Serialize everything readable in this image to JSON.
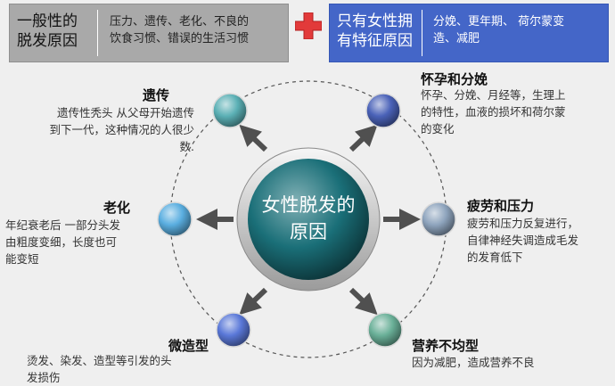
{
  "header": {
    "general": {
      "title": "一般性的脱发原因",
      "title_lines": [
        "一般性的",
        "脱发原因"
      ],
      "text_lines": [
        "压力、遗传、老化、不良的",
        "饮食习惯、错误的生活习惯"
      ]
    },
    "female": {
      "title_lines": [
        "只有女性拥",
        "有特征原因"
      ],
      "text_lines": [
        "分娩、更年期、 荷尔蒙变",
        "造、减肥"
      ]
    },
    "cross_color": "#e23a3a"
  },
  "center": {
    "lines": [
      "女性脱发的",
      "原因"
    ],
    "color": "#1a6f78"
  },
  "causes": {
    "heredity": {
      "title": "遗传",
      "lines": [
        "遗传性秃头 从父母开始遗传",
        "到下一代，这种情况的人很少",
        "数."
      ],
      "color": "#5bb0b5"
    },
    "pregnancy": {
      "title": "怀孕和分娩",
      "lines": [
        "怀孕、分娩、月经等，生理上",
        "的特性，血液的损坏和荷尔蒙",
        "的变化"
      ],
      "color": "#4a62b8"
    },
    "aging": {
      "title": "老化",
      "lines": [
        "年纪衰老后 一部分头发",
        "由粗度变细，长度也可",
        "能变短"
      ],
      "color": "#5aaee0"
    },
    "fatigue": {
      "title": "疲劳和压力",
      "lines": [
        "疲劳和压力反复进行，",
        "自律神经失调造成毛发",
        "的发育低下"
      ],
      "color": "#8ea4bd"
    },
    "styling": {
      "title": "微造型",
      "lines": [
        "烫发、染发、造型等引发的头",
        "发损伤"
      ],
      "color": "#5a78d8"
    },
    "nutrition": {
      "title": "营养不均型",
      "lines": [
        "因为减肥，造成营养不良"
      ],
      "color": "#6ab098"
    }
  }
}
